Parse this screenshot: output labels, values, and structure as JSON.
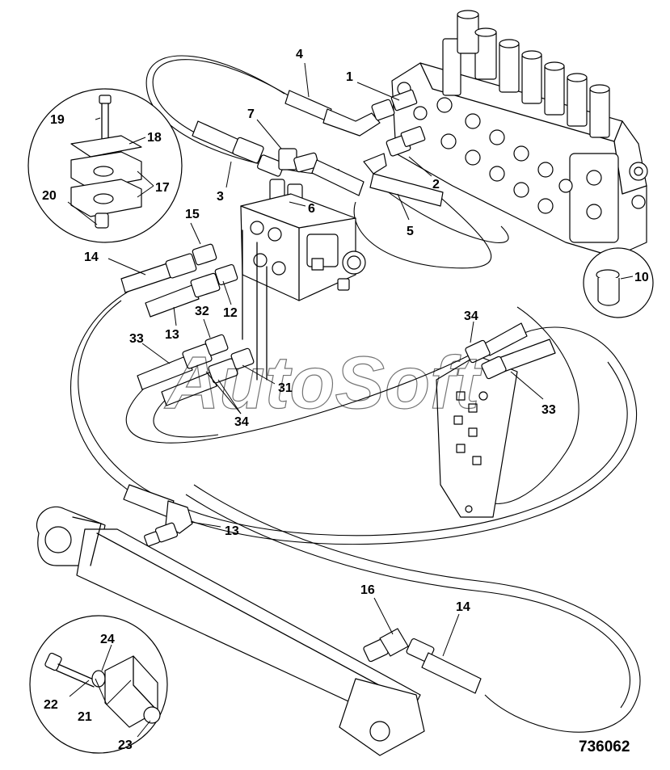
{
  "figure_number": "736062",
  "watermark": "AutoSoft",
  "callouts": [
    {
      "id": "c1",
      "text": "1"
    },
    {
      "id": "c2",
      "text": "2"
    },
    {
      "id": "c3",
      "text": "3"
    },
    {
      "id": "c4",
      "text": "4"
    },
    {
      "id": "c5",
      "text": "5"
    },
    {
      "id": "c6",
      "text": "6"
    },
    {
      "id": "c7",
      "text": "7"
    },
    {
      "id": "c10",
      "text": "10"
    },
    {
      "id": "c12",
      "text": "12"
    },
    {
      "id": "c13a",
      "text": "13"
    },
    {
      "id": "c13b",
      "text": "13"
    },
    {
      "id": "c14a",
      "text": "14"
    },
    {
      "id": "c14b",
      "text": "14"
    },
    {
      "id": "c15",
      "text": "15"
    },
    {
      "id": "c16",
      "text": "16"
    },
    {
      "id": "c17",
      "text": "17"
    },
    {
      "id": "c18",
      "text": "18"
    },
    {
      "id": "c19",
      "text": "19"
    },
    {
      "id": "c20",
      "text": "20"
    },
    {
      "id": "c21",
      "text": "21"
    },
    {
      "id": "c22",
      "text": "22"
    },
    {
      "id": "c23",
      "text": "23"
    },
    {
      "id": "c24",
      "text": "24"
    },
    {
      "id": "c31",
      "text": "31"
    },
    {
      "id": "c32",
      "text": "32"
    },
    {
      "id": "c33a",
      "text": "33"
    },
    {
      "id": "c33b",
      "text": "33"
    },
    {
      "id": "c34a",
      "text": "34"
    },
    {
      "id": "c34b",
      "text": "34"
    }
  ]
}
